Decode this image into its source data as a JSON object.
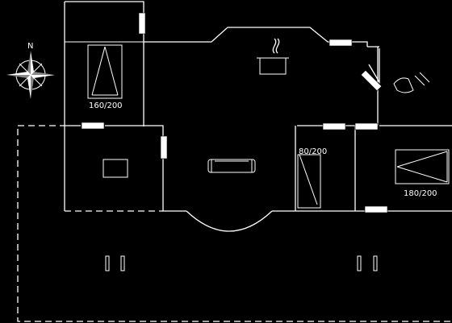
{
  "plan": {
    "compass": {
      "north_label": "N"
    },
    "beds": [
      {
        "size_label": "160/200"
      },
      {
        "size_label": "80/200"
      },
      {
        "size_label": "180/200"
      }
    ]
  }
}
